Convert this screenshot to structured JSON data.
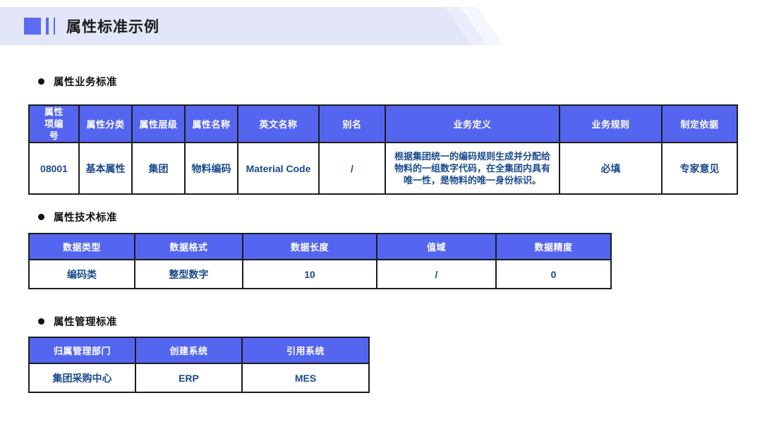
{
  "title": "属性标准示例",
  "colors": {
    "header_blue": "#5465EF",
    "icon_blue": "#5B6CF3",
    "band_lavender": "#E2E6F8",
    "data_text_blue": "#1A4A8C"
  },
  "sections": [
    {
      "label": "属性业务标准",
      "table": {
        "headers": [
          "属性项编号",
          "属性分类",
          "属性层级",
          "属性名称",
          "英文名称",
          "别名",
          "业务定义",
          "业务规则",
          "制定依据"
        ],
        "rows": [
          [
            "08001",
            "基本属性",
            "集团",
            "物料编码",
            "Material Code",
            "/",
            "根据集团统一的编码规则生成并分配给物料的一组数字代码，在全集团内具有唯一性，是物料的唯一身份标识。",
            "必填",
            "专家意见"
          ]
        ]
      }
    },
    {
      "label": "属性技术标准",
      "table": {
        "headers": [
          "数据类型",
          "数据格式",
          "数据长度",
          "值域",
          "数据精度"
        ],
        "rows": [
          [
            "编码类",
            "整型数字",
            "10",
            "/",
            "0"
          ]
        ]
      }
    },
    {
      "label": "属性管理标准",
      "table": {
        "headers": [
          "归属管理部门",
          "创建系统",
          "引用系统"
        ],
        "rows": [
          [
            "集团采购中心",
            "ERP",
            "MES"
          ]
        ]
      }
    }
  ]
}
